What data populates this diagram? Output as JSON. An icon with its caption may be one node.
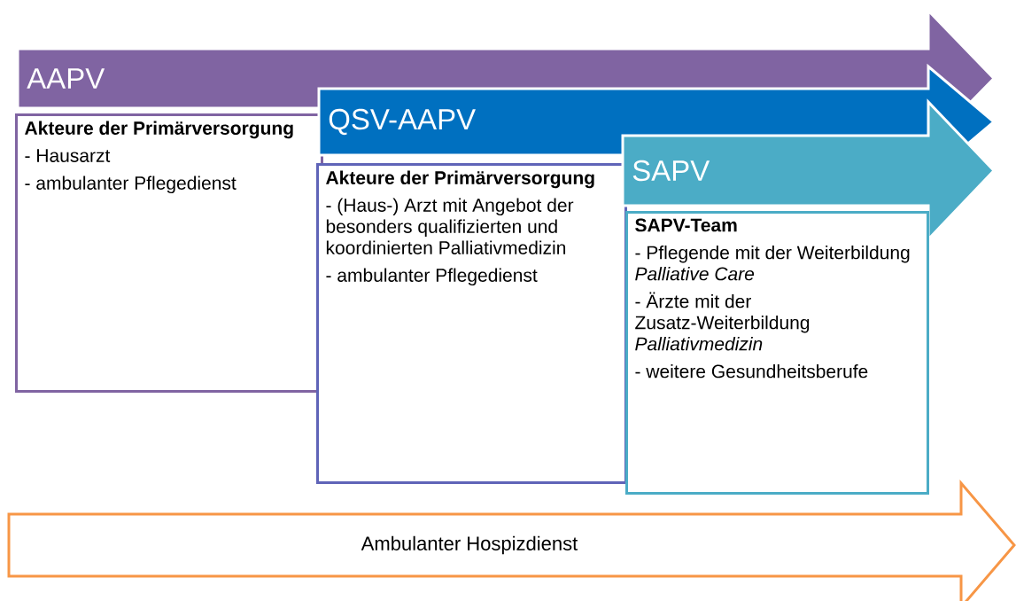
{
  "diagram": {
    "nodes": [
      {
        "text": [
          "AAPV"
        ]
      },
      {
        "text": [
          "Akteure der Primärversorgung",
          "- Hausarzt",
          "- ambulanter Pflegedienst"
        ]
      },
      {
        "text": [
          "QSV-AAPV"
        ]
      },
      {
        "text": [
          "Akteure der Primärversorgung",
          "- (Haus-) Arzt mit Angebot der besonders qualifizierten und koordinierten Palliativmedizin",
          "- ambulanter Pflegedienst"
        ]
      },
      {
        "text": [
          "SAPV"
        ]
      },
      {
        "text": [
          "SAPV-Team",
          "- Pflegende mit der Weiterbildung *Palliative Care*",
          "- Ärzte mit der Zusatz-Weiterbildung *Palliativmedizin*",
          "- weitere Gesundheitsberufe"
        ]
      },
      {
        "text": [
          "Ambulanter Hospizdienst"
        ]
      }
    ]
  }
}
